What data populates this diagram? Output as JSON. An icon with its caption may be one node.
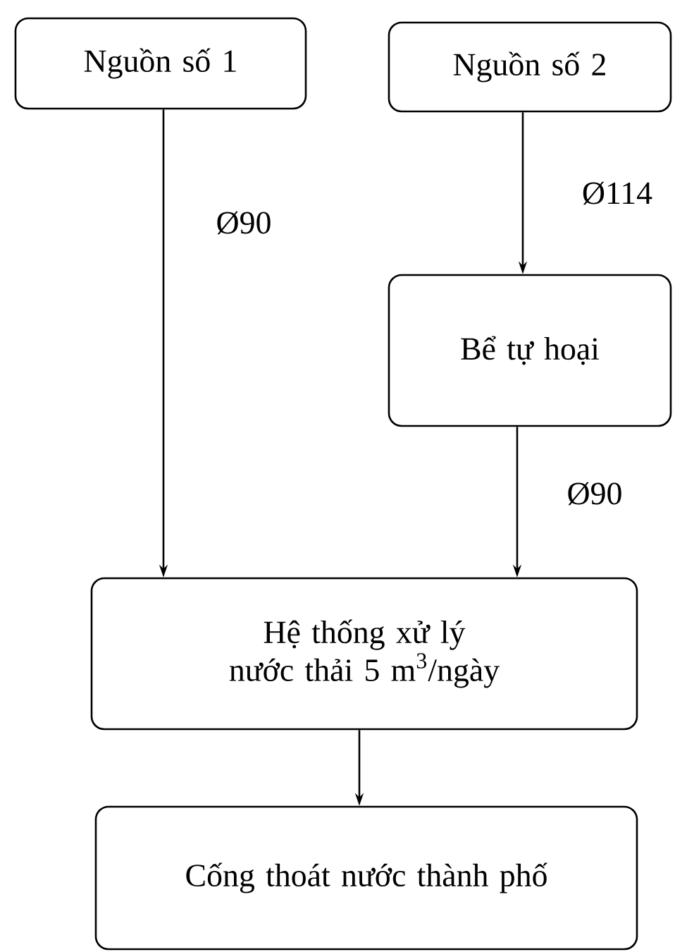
{
  "diagram": {
    "nodes": [
      {
        "text": [
          "Nguồn số 1"
        ]
      },
      {
        "text": [
          "Nguồn số 2"
        ]
      },
      {
        "text": [
          "Bể tự hoại"
        ]
      },
      {
        "text": [
          "Hệ thống xử lý nước thải 5 m$^{3}$/ngày"
        ]
      },
      {
        "text": [
          "Cống thoát nước thành phố"
        ]
      }
    ],
    "edges": [
      {
        "from": 0,
        "to": 3,
        "arrow": "to",
        "label": "Ø90"
      },
      {
        "from": 1,
        "to": 2,
        "arrow": "to",
        "label": "Ø114"
      },
      {
        "from": 2,
        "to": 3,
        "arrow": "to",
        "label": "Ø90"
      },
      {
        "from": 3,
        "to": 4,
        "arrow": "to"
      }
    ]
  }
}
